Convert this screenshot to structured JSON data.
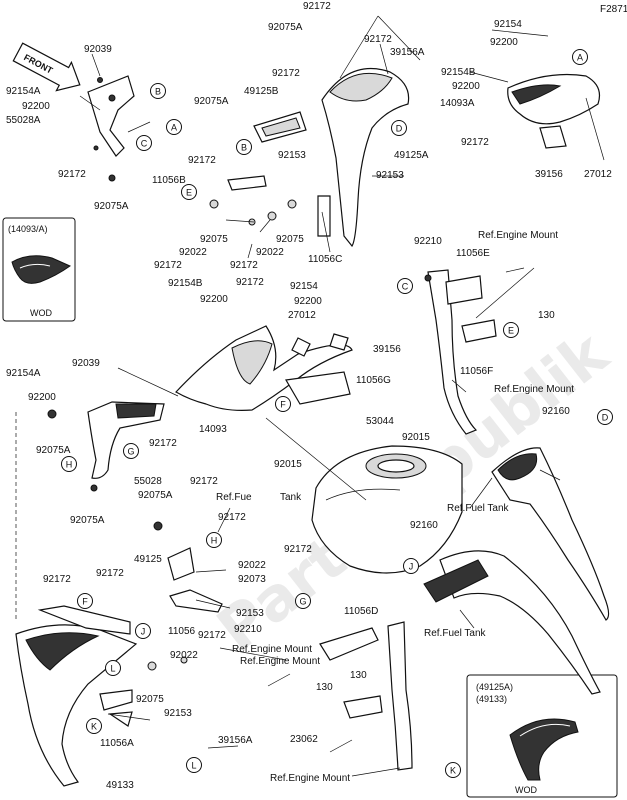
{
  "figure_code": "F2871",
  "watermark": "PartsRepublik",
  "front_label": "FRONT",
  "insets": [
    {
      "code": "(14093/A)",
      "footer": "WOD"
    },
    {
      "code": "(49125A)",
      "code2": "(49133)",
      "footer": "WOD"
    }
  ],
  "callouts": [
    "A",
    "B",
    "C",
    "D",
    "E",
    "F",
    "G",
    "H",
    "J",
    "K",
    "L"
  ],
  "part_labels": [
    "92172",
    "92075A",
    "92172",
    "39156A",
    "92172",
    "92154",
    "92200",
    "92154B",
    "92200",
    "14093A",
    "92172",
    "39156",
    "27012",
    "92039",
    "92154A",
    "92200",
    "55028A",
    "92172",
    "92075A",
    "49125B",
    "92075A",
    "92172",
    "92153",
    "49125A",
    "11056B",
    "92153",
    "92075",
    "92022",
    "92075",
    "92022",
    "92172",
    "92172",
    "11056C",
    "92172",
    "92154B",
    "92200",
    "92154",
    "92200",
    "27012",
    "39156",
    "11056G",
    "92154A",
    "92039",
    "92200",
    "92075A",
    "92172",
    "14093",
    "53044",
    "92015",
    "92015",
    "55028",
    "92075A",
    "92172",
    "92075A",
    "49125",
    "92172",
    "92022",
    "92073",
    "92172",
    "92172",
    "92172",
    "92153",
    "11056",
    "92172",
    "92022",
    "92075",
    "92153",
    "11056A",
    "49133",
    "39156A",
    "92210",
    "11056D",
    "130",
    "130",
    "23062",
    "92210",
    "11056E",
    "130",
    "11056F",
    "92160",
    "92160"
  ],
  "ref_labels": [
    "Ref.Engine Mount",
    "Ref.Engine Mount",
    "Ref.Fuel Tank",
    "Ref.Fuel Tank",
    "Ref.Fuel Tank",
    "Ref.Engine Mount",
    "Ref.Engine Mount",
    "Ref.Fue Tank"
  ],
  "colors": {
    "ink": "#111111",
    "paper": "#ffffff",
    "shade": "#d9d9d9"
  }
}
